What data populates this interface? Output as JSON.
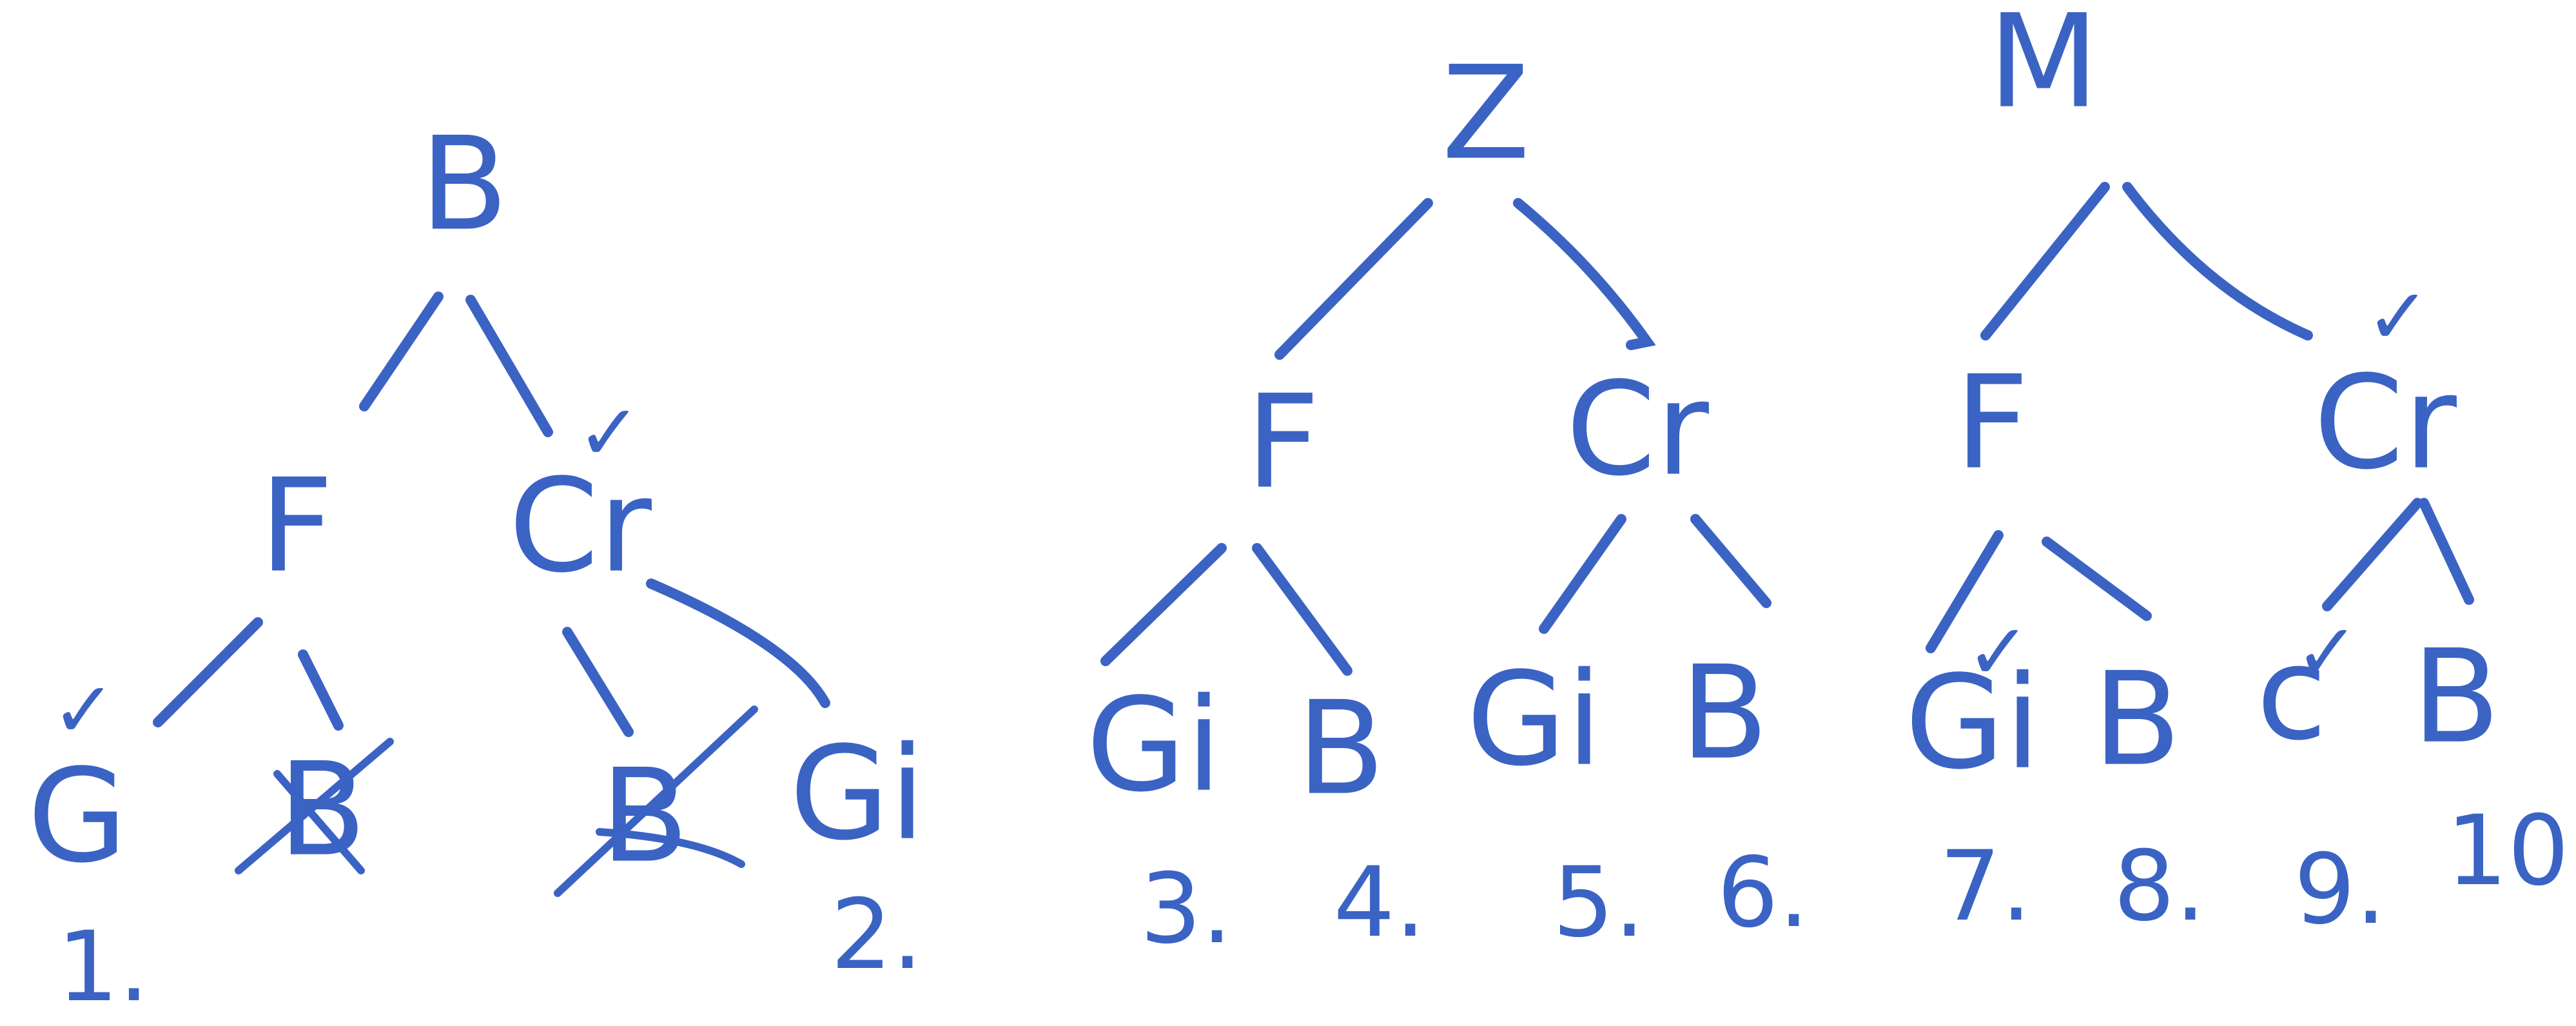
{
  "ink_color": "#3a63c4",
  "trees": [
    {
      "root": "B",
      "left": {
        "label": "F",
        "children": [
          {
            "label": "G",
            "check": "✓",
            "struck": false
          },
          {
            "label": "B",
            "check": "",
            "struck": true
          }
        ]
      },
      "right": {
        "label": "Cr",
        "check": "✓",
        "children": [
          {
            "label": "B",
            "check": "",
            "struck": true
          },
          {
            "label": "Gi",
            "check": "",
            "struck": false
          }
        ]
      },
      "numbers": [
        "1.",
        "2."
      ]
    },
    {
      "root": "Z",
      "left": {
        "label": "F",
        "children": [
          {
            "label": "Gi",
            "check": "",
            "struck": false
          },
          {
            "label": "B",
            "check": "",
            "struck": false
          }
        ]
      },
      "right": {
        "label": "Cr",
        "check": "",
        "children": [
          {
            "label": "Gi",
            "check": "",
            "struck": false
          },
          {
            "label": "B",
            "check": "",
            "struck": false
          }
        ]
      },
      "numbers": [
        "3.",
        "4.",
        "5.",
        "6."
      ]
    },
    {
      "root": "M",
      "left": {
        "label": "F",
        "children": [
          {
            "label": "Gi",
            "check": "✓",
            "struck": false
          },
          {
            "label": "B",
            "check": "",
            "struck": false
          }
        ]
      },
      "right": {
        "label": "Cr",
        "check": "✓",
        "children": [
          {
            "label": "c",
            "check": "✓",
            "struck": false
          },
          {
            "label": "B",
            "check": "",
            "struck": false
          }
        ]
      },
      "numbers": [
        "7.",
        "8.",
        "9.",
        "10"
      ]
    }
  ]
}
